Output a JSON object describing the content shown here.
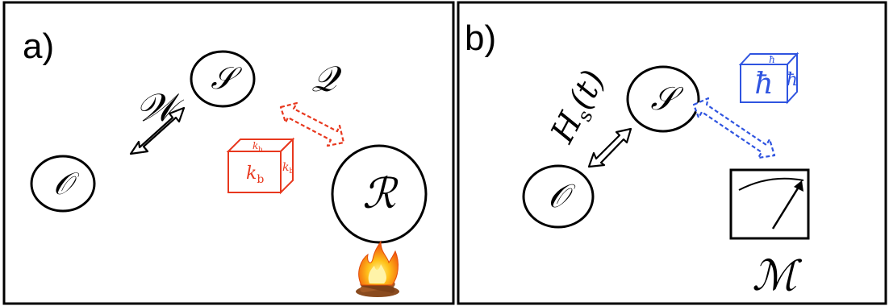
{
  "panels": [
    {
      "label": "a)",
      "nodes": {
        "system": "𝒮",
        "observer": "𝒪",
        "reservoir": "ℛ"
      },
      "arrow_labels": {
        "work": "𝒲",
        "heat": "𝒬"
      },
      "cube_label": {
        "symbol": "k",
        "subscript": "b"
      },
      "icon": "campfire-icon"
    },
    {
      "label": "b)",
      "nodes": {
        "system": "𝒮",
        "observer": "𝒪"
      },
      "arrow_labels": {
        "hamiltonian": "H",
        "hamiltonian_sub": "s",
        "hamiltonian_arg": "(t)",
        "meter": "ℳ"
      },
      "cube_label": {
        "symbol": "ħ"
      },
      "icon": "meter-icon"
    }
  ],
  "colors": {
    "ink": "#000000",
    "heat_arrow": "#e8381e",
    "hbar_arrow": "#2f54e0",
    "kb_cube": "#e8381e",
    "hbar_cube": "#2f54e0"
  }
}
